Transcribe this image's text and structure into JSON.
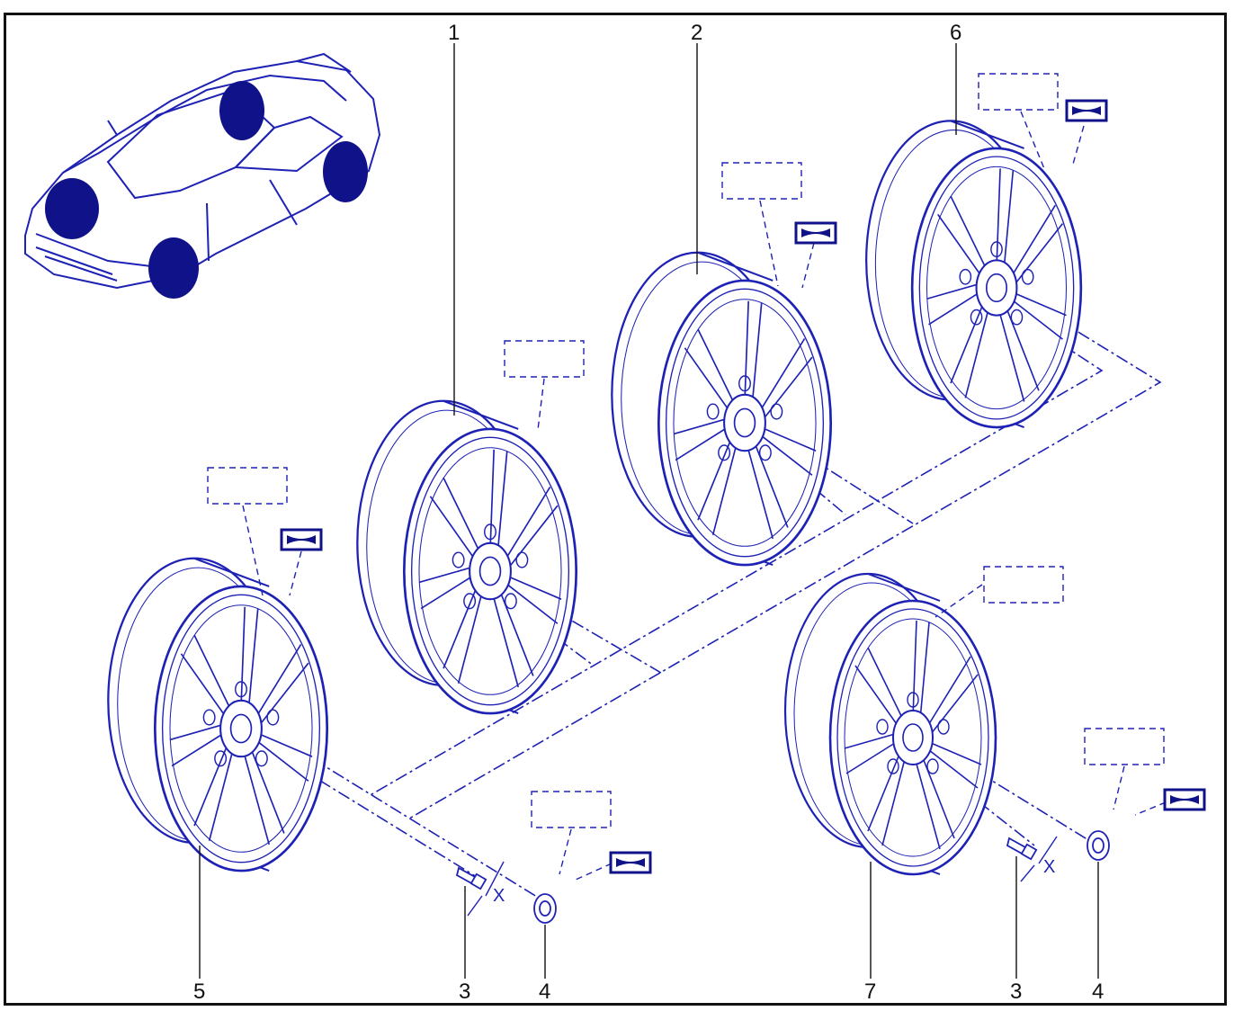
{
  "colors": {
    "line": "#1e22b4",
    "fill_dark": "#10128a",
    "label": "#111111",
    "frame": "#111111"
  },
  "icons": [
    "car-overview-icon",
    "wheel-icon",
    "bolt-icon",
    "center-cap-icon",
    "torque-symbol-icon"
  ],
  "callouts": {
    "c1": "1",
    "c2": "2",
    "c3a": "3",
    "c3b": "3",
    "c4a": "4",
    "c4b": "4",
    "c5": "5",
    "c6": "6",
    "c7": "7"
  },
  "dimension_label": "X"
}
